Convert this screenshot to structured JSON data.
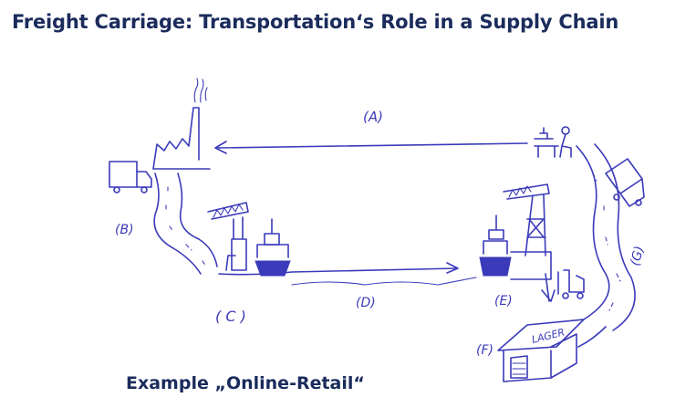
{
  "title": "Freight Carriage: Transportation‘s Role in a Supply Chain",
  "caption": "Example „Online-Retail“",
  "labels": {
    "a": "(A)",
    "b": "(B)",
    "c": "( C )",
    "d": "(D)",
    "e": "(E)",
    "f": "(F)",
    "g": "(G)",
    "lager": "LAGER"
  },
  "colors": {
    "title": "#1b2c5c",
    "ink": "#3a3aba"
  }
}
